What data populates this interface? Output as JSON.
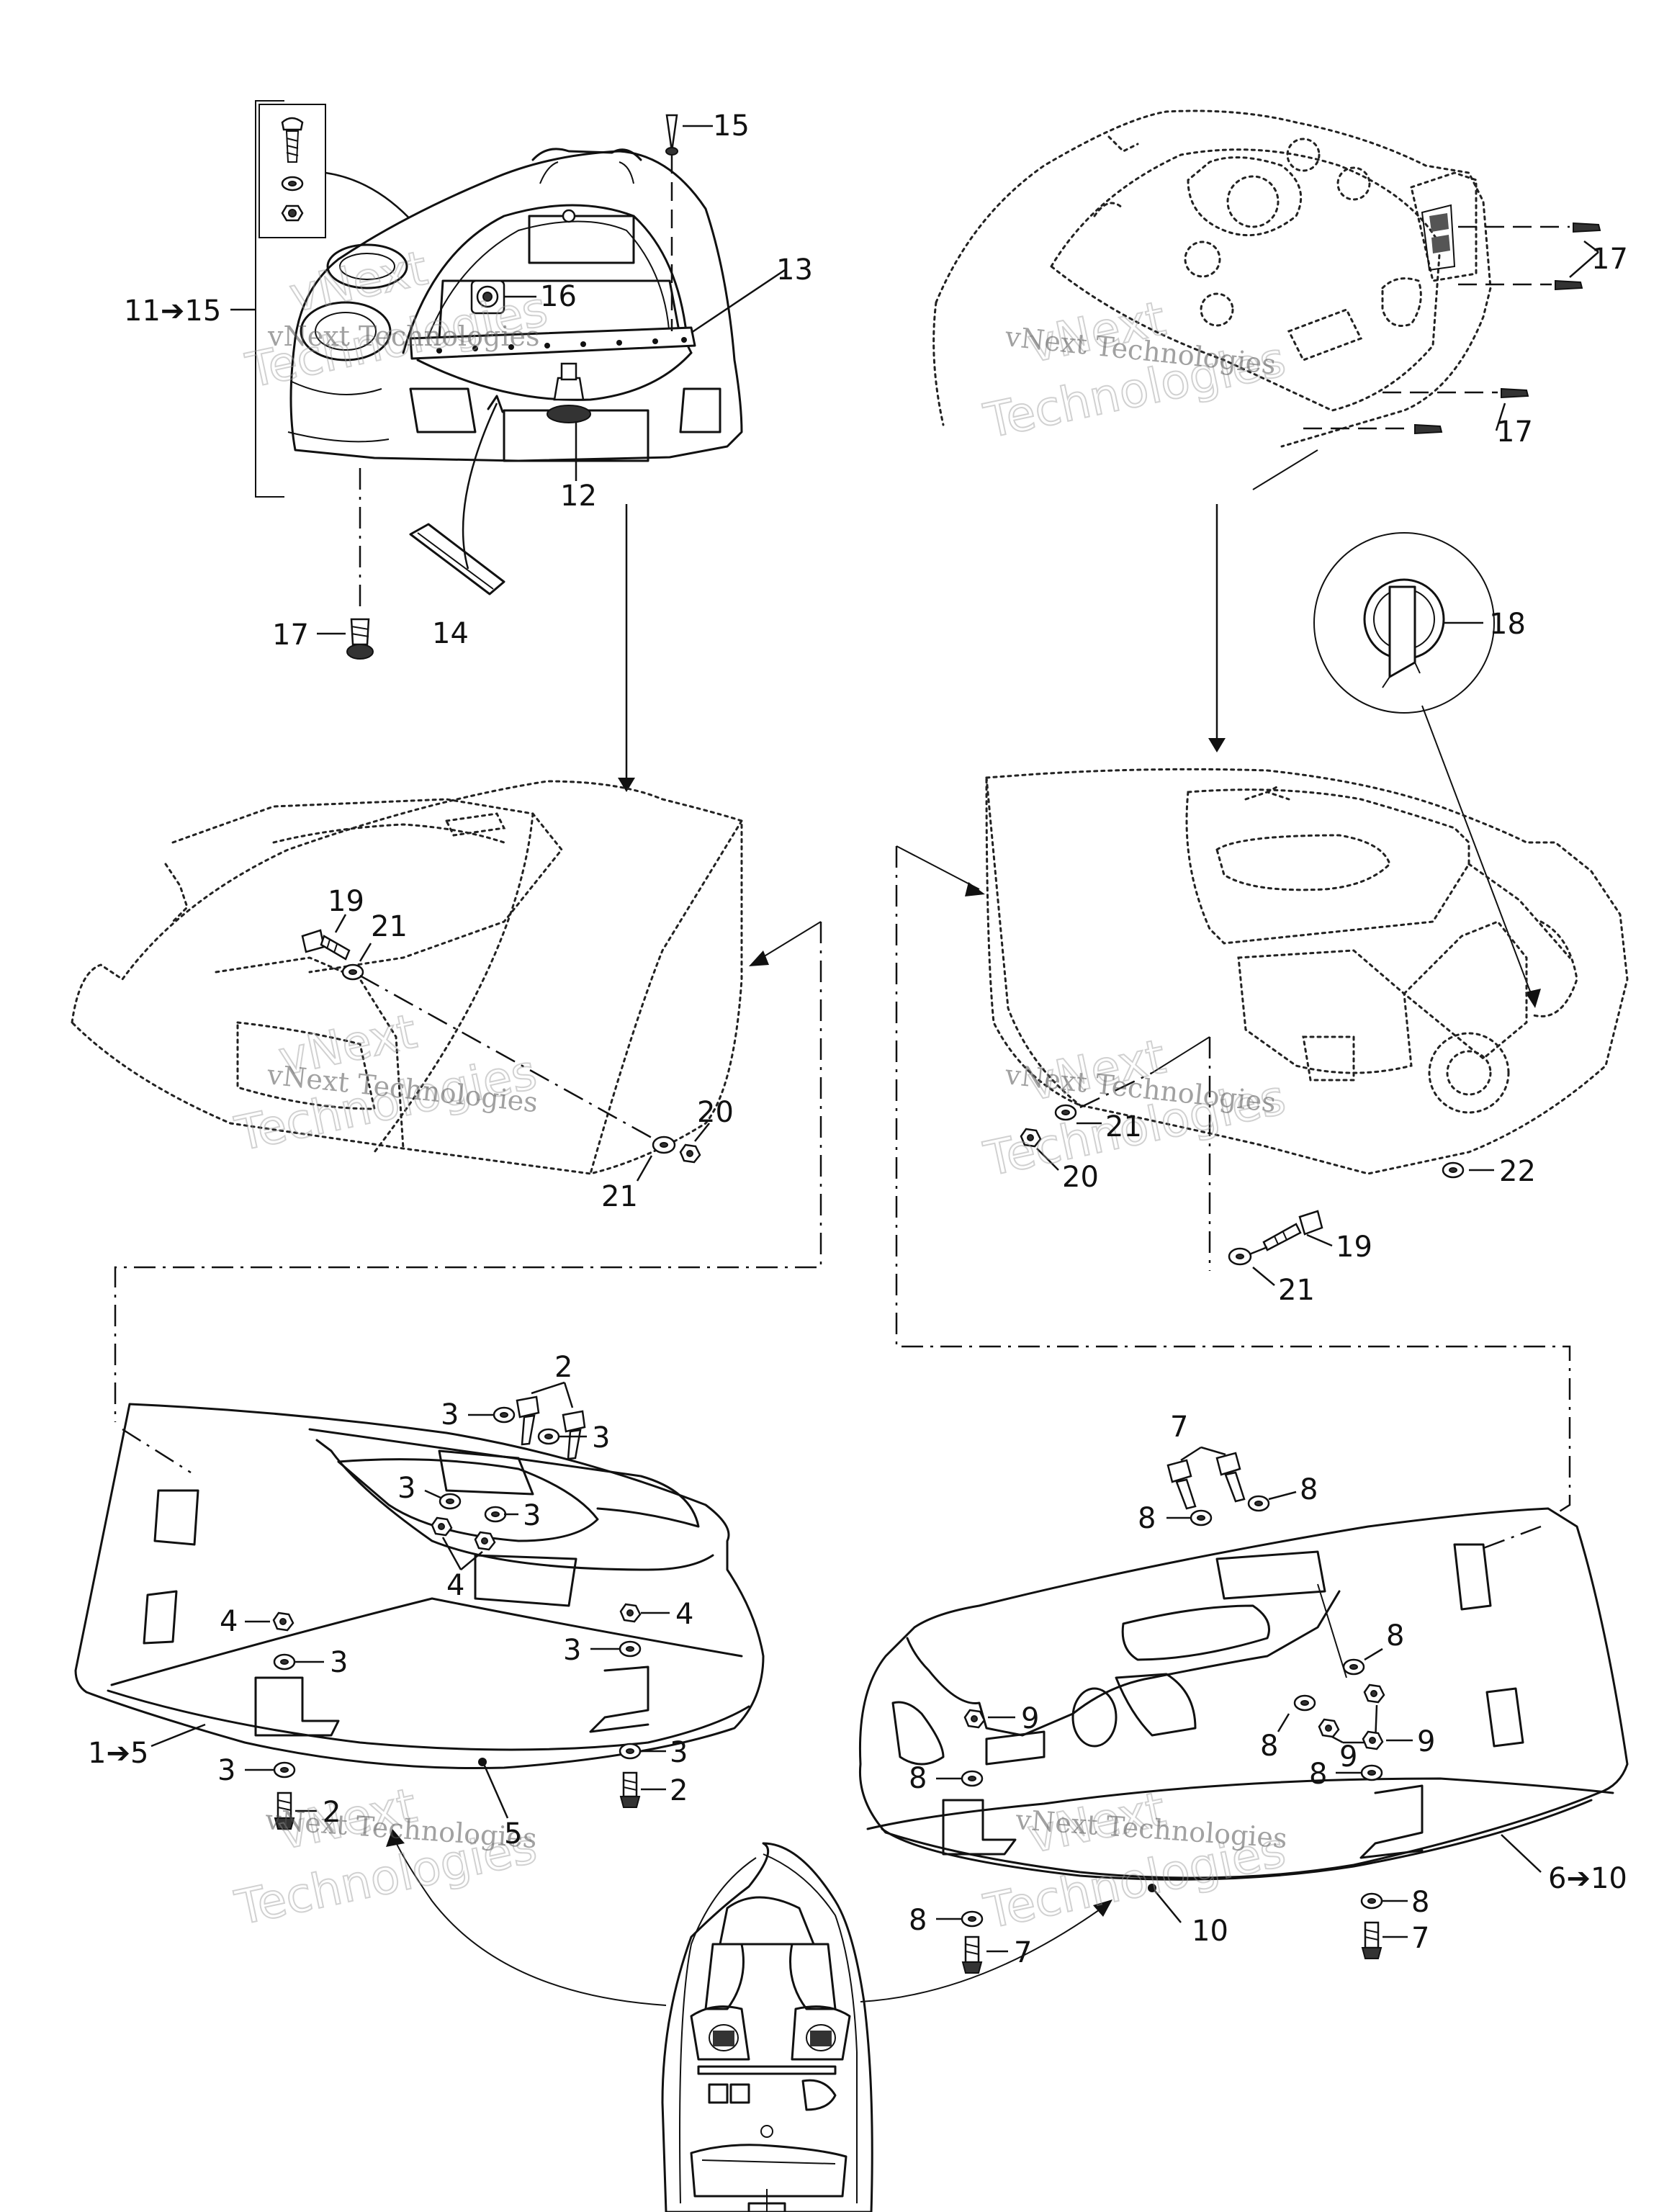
{
  "watermark": {
    "small": "vNext Technologies",
    "big_line1": "vNext",
    "big_line2": "Technologies"
  },
  "callouts": {
    "c1_5": "1➔5",
    "c2": "2",
    "c3": "3",
    "c4": "4",
    "c5": "5",
    "c6_10": "6➔10",
    "c7": "7",
    "c8": "8",
    "c9": "9",
    "c10": "10",
    "c11_15": "11➔15",
    "c12": "12",
    "c13": "13",
    "c14": "14",
    "c15": "15",
    "c16": "16",
    "c17": "17",
    "c18": "18",
    "c19": "19",
    "c20": "20",
    "c21": "21",
    "c22": "22"
  }
}
